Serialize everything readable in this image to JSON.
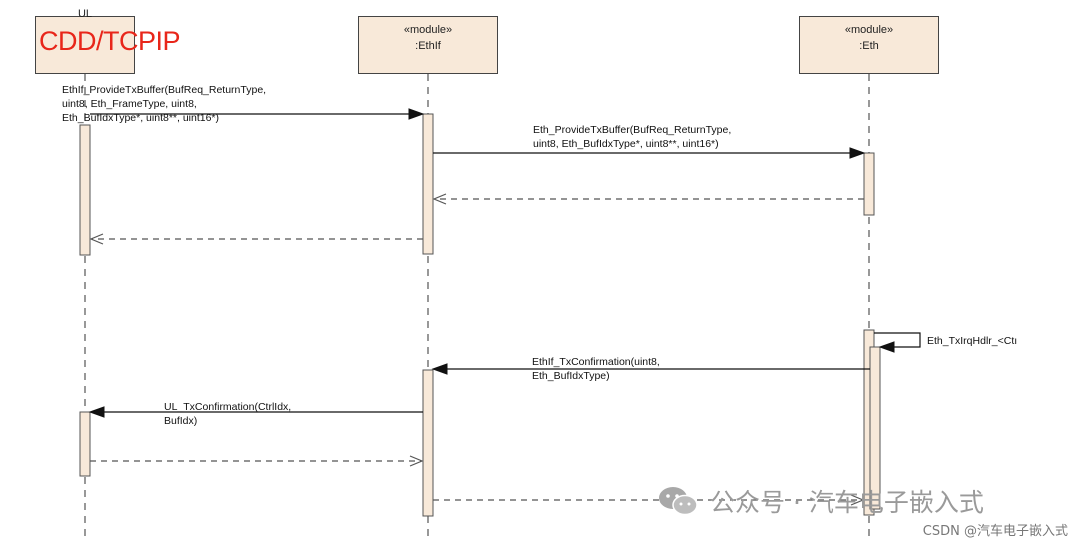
{
  "participants": [
    {
      "id": "ul",
      "stereotype": "",
      "name": "UL"
    },
    {
      "id": "ethif",
      "stereotype": "«module»",
      "name": ":EthIf"
    },
    {
      "id": "eth",
      "stereotype": "«module»",
      "name": ":Eth"
    }
  ],
  "overlay_title": "CDD/TCPIP",
  "messages": [
    {
      "id": "m1",
      "text": "EthIf_ProvideTxBuffer(BufReq_ReturnType,\nuint8, Eth_FrameType, uint8,\nEth_BufIdxType*, uint8**, uint16*)"
    },
    {
      "id": "m2",
      "text": "Eth_ProvideTxBuffer(BufReq_ReturnType,\nuint8, Eth_BufIdxType*, uint8**, uint16*)"
    },
    {
      "id": "m3",
      "text": "Eth_TxIrqHdlr_<Ctı"
    },
    {
      "id": "m4",
      "text": "EthIf_TxConfirmation(uint8,\nEth_BufIdxType)"
    },
    {
      "id": "m5",
      "text": "UL_TxConfirmation(CtrlIdx,\nBufIdx)"
    }
  ],
  "watermark": {
    "icon": "wechat-icon",
    "text": "公众号 · 汽车电子嵌入式"
  },
  "credit": "CSDN @汽车电子嵌入式"
}
